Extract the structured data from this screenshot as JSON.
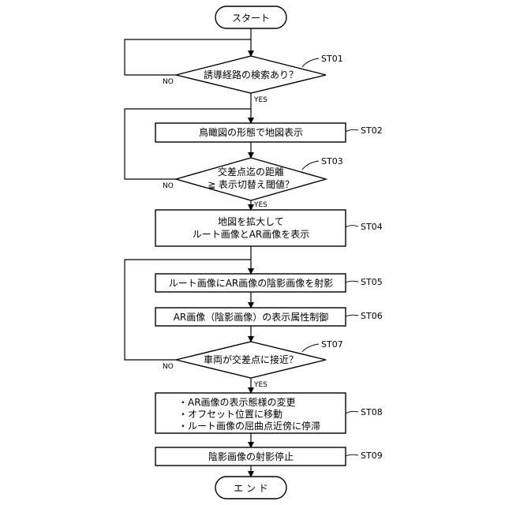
{
  "diagram": {
    "start": "スタート",
    "end": "エ ン ド",
    "d1": "誘導経路の検索あり？",
    "d3_line1": "交差点迄の距離",
    "d3_line2": "≧ 表示切替え閾値？",
    "d7": "車両が交差点に接近？",
    "b2": "鳥瞰図の形態で地図表示",
    "b4_line1": "地図を拡大して",
    "b4_line2": "ルート画像とAR画像を表示",
    "b5": "ルート画像にAR画像の陰影画像を射影",
    "b6": "AR画像（陰影画像）の表示属性制御",
    "b8_line1": "・AR画像の表示態様の変更",
    "b8_line2": "・オフセット位置に移動",
    "b8_line3": "・ルート画像の屈曲点近傍に停滞",
    "b9": "陰影画像の射影停止",
    "steps": {
      "st01": "ST01",
      "st02": "ST02",
      "st03": "ST03",
      "st04": "ST04",
      "st05": "ST05",
      "st06": "ST06",
      "st07": "ST07",
      "st08": "ST08",
      "st09": "ST09"
    },
    "yes": "YES",
    "no": "NO"
  }
}
